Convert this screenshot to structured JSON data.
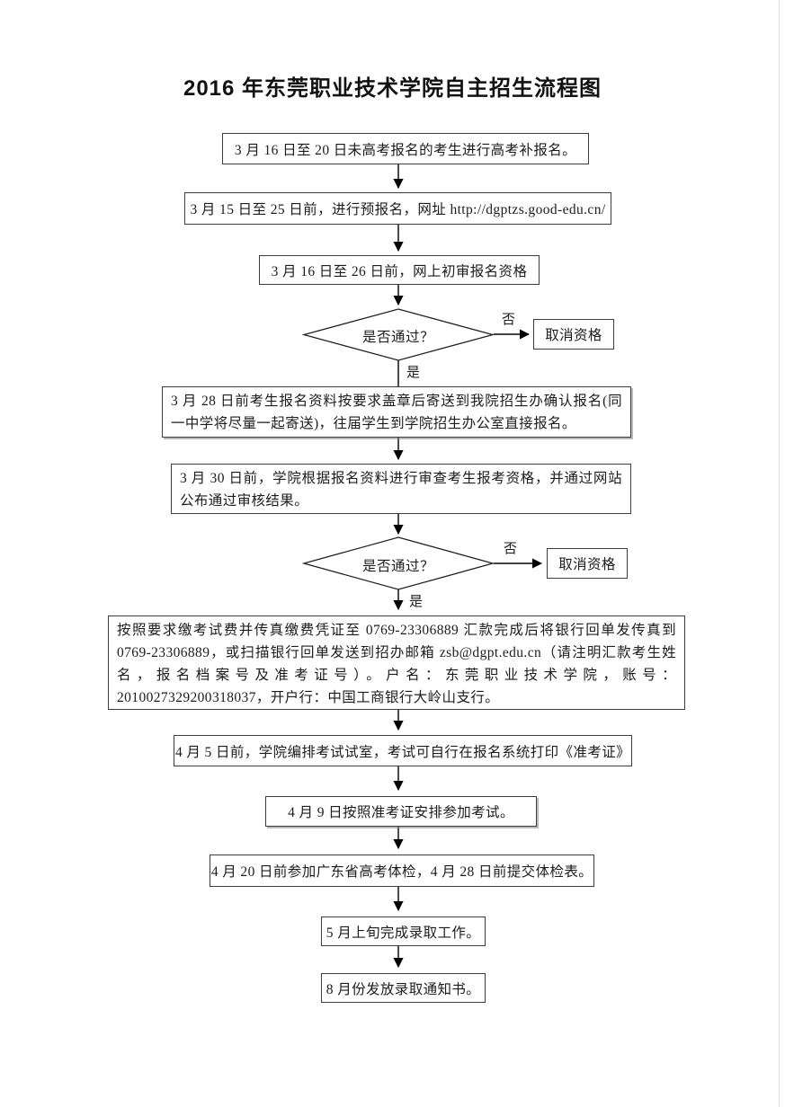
{
  "page": {
    "title": "2016 年东莞职业技术学院自主招生流程图"
  },
  "flowchart": {
    "nodes": {
      "step1": "3 月 16 日至 20 日未高考报名的考生进行高考补报名。",
      "step2": "3 月 15 日至 25 日前，进行预报名，网址 http://dgptzs.good-edu.cn/",
      "step3": "3 月 16 日至 26 日前，网上初审报名资格",
      "decision1": "是否通过？",
      "cancel1": "取消资格",
      "step4": "3 月 28 日前考生报名资料按要求盖章后寄送到我院招生办确认报名(同一中学将尽量一起寄送)，往届学生到学院招生办公室直接报名。",
      "step5": "3 月 30 日前，学院根据报名资料进行审查考生报考资格，并通过网站公布通过审核结果。",
      "decision2": "是否通过？",
      "cancel2": "取消资格",
      "step6": "按照要求缴考试费并传真缴费凭证至 0769-23306889 汇款完成后将银行回单发传真到 0769-23306889，或扫描银行回单发送到招办邮箱 zsb@dgpt.edu.cn（请注明汇款考生姓名，报名档案号及准考证号）。户名：东莞职业技术学院，账号：2010027329200318037，开户行：中国工商银行大岭山支行。",
      "step7": "4 月 5 日前，学院编排考试试室，考试可自行在报名系统打印《准考证》",
      "step8": "4 月 9 日按照准考证安排参加考试。",
      "step9": "4 月 20 日前参加广东省高考体检，4 月 28 日前提交体检表。",
      "step10": "5 月上旬完成录取工作。",
      "step11": "8 月份发放录取通知书。"
    },
    "labels": {
      "yes": "是",
      "no": "否"
    },
    "colors": {
      "line": "#000000",
      "box_border": "#3d3d3d",
      "text": "#1c1c1c",
      "background": "#ffffff"
    }
  }
}
